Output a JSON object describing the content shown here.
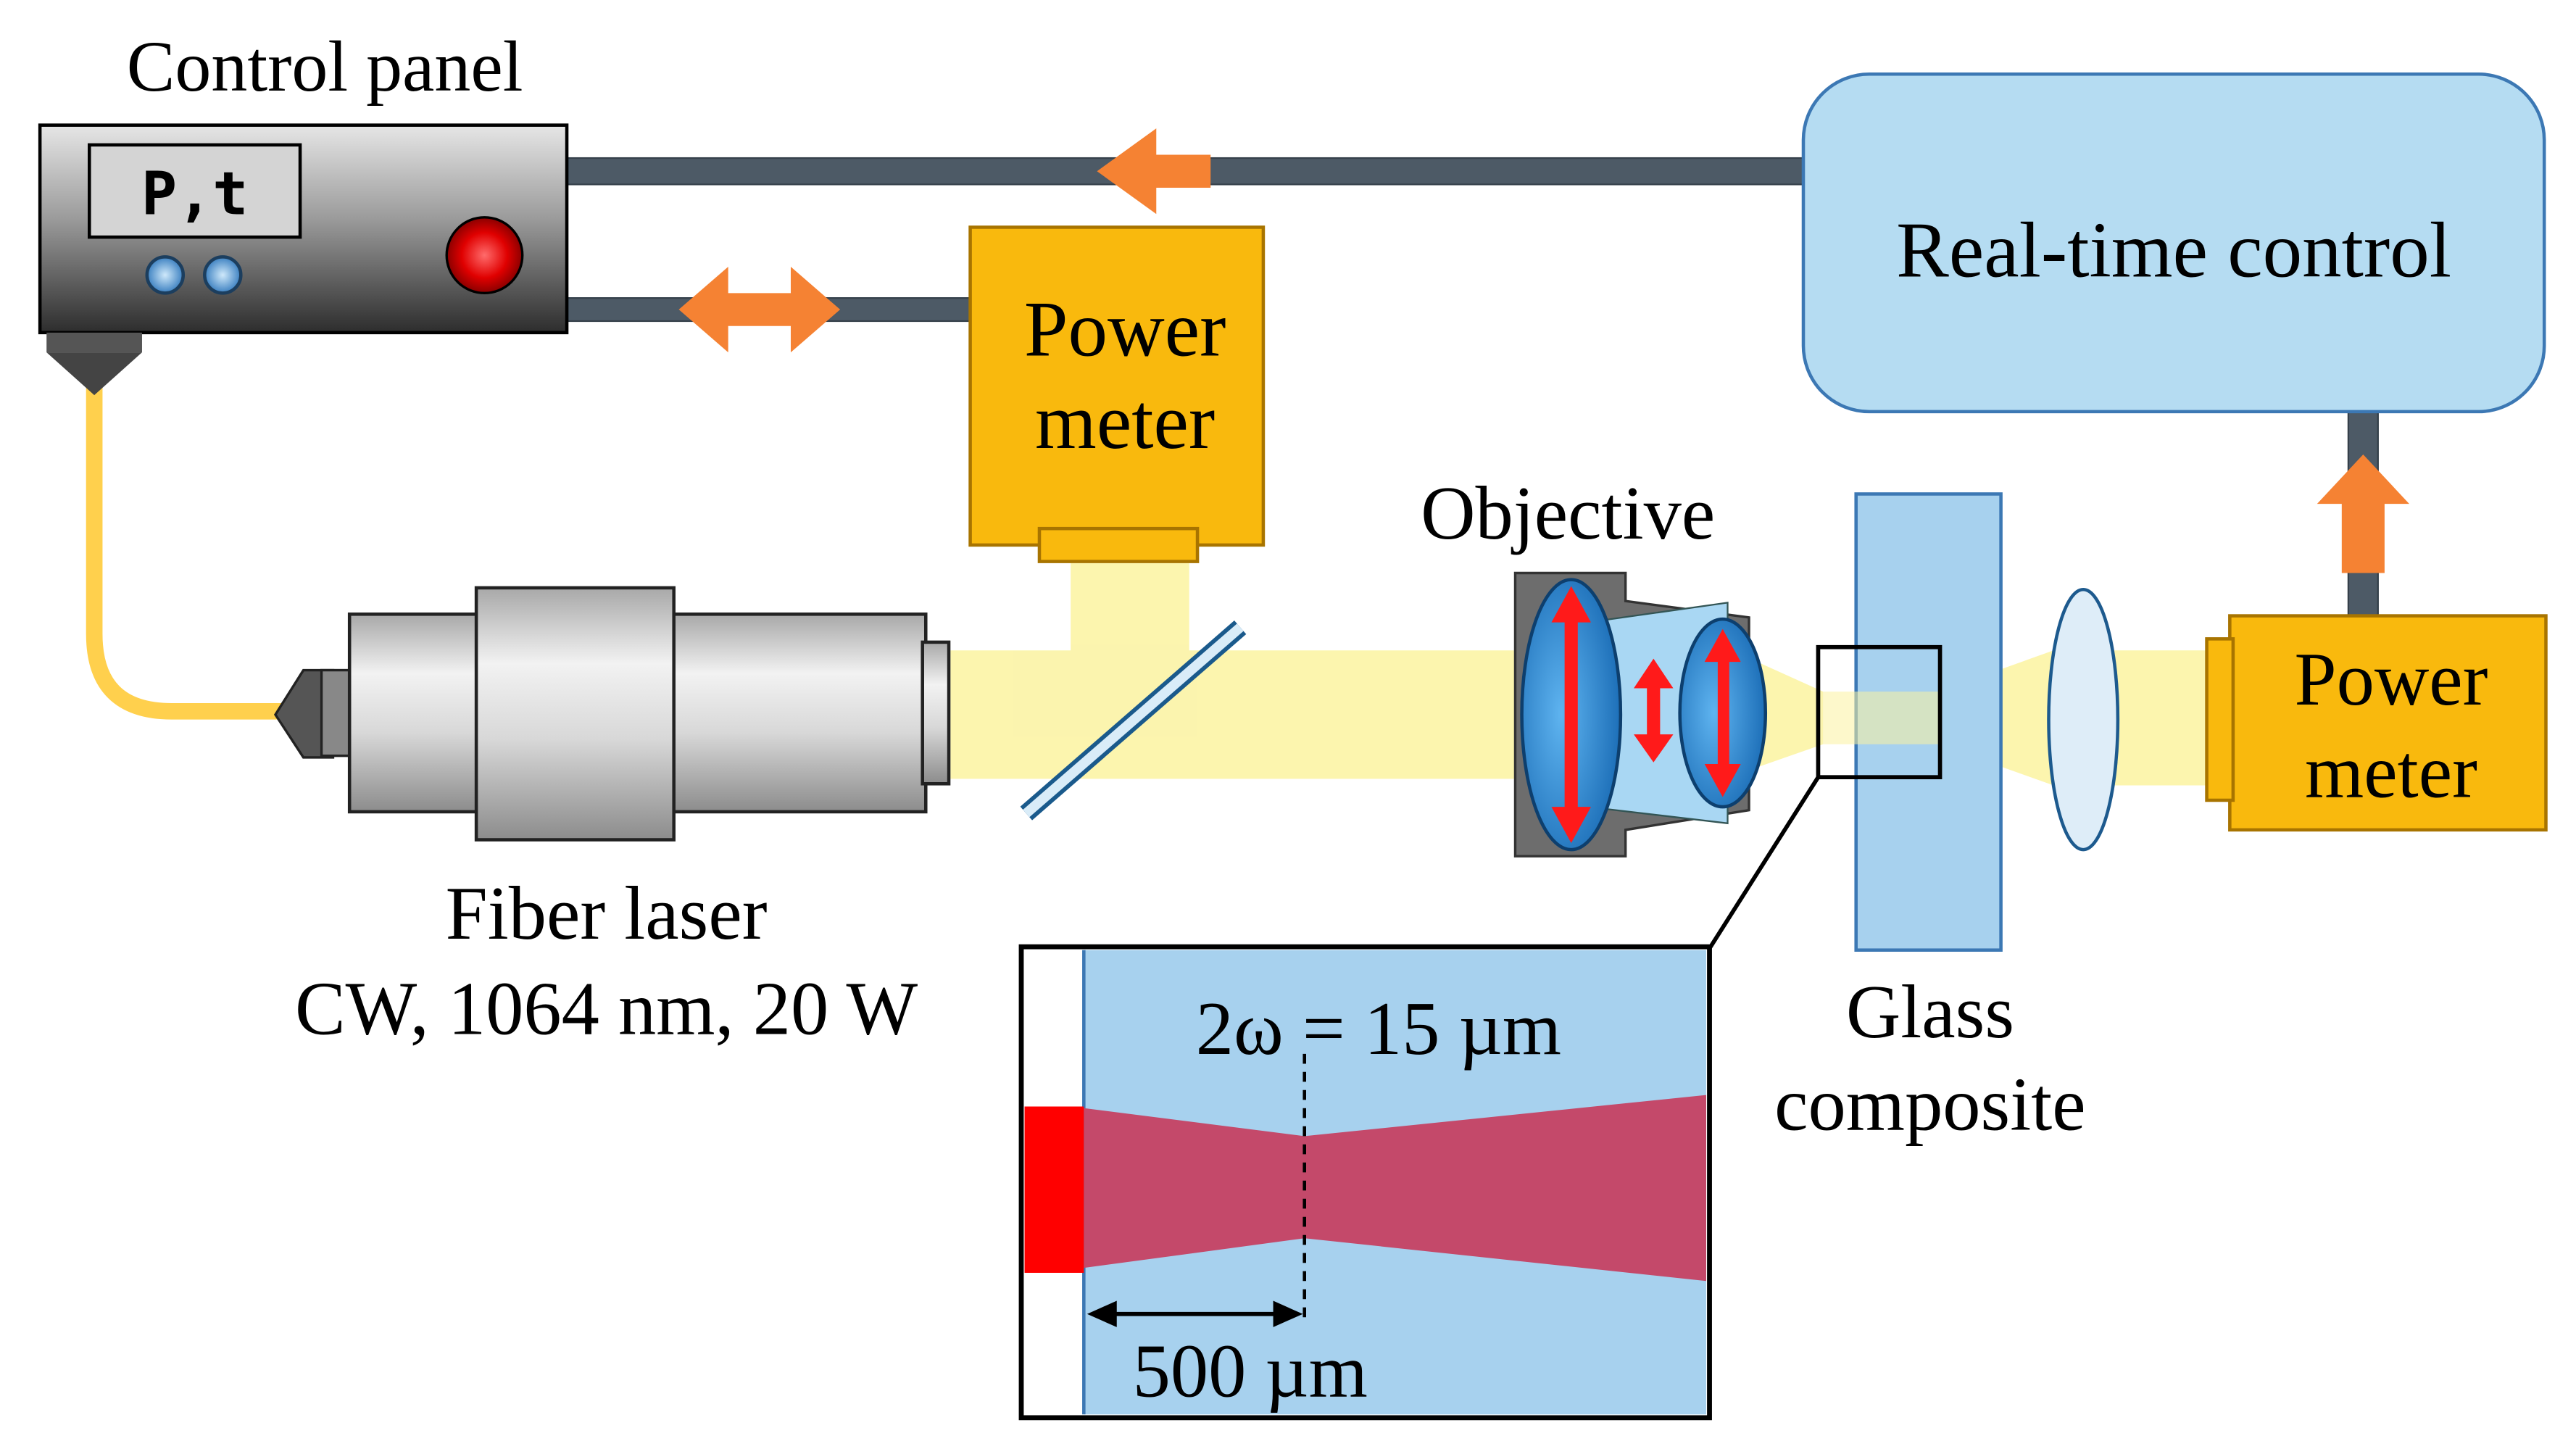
{
  "labels": {
    "control_panel": "Control panel",
    "display": "P,t",
    "real_time_control": "Real-time control",
    "power_meter_top_line1": "Power",
    "power_meter_top_line2": "meter",
    "power_meter_right_line1": "Power",
    "power_meter_right_line2": "meter",
    "objective": "Objective",
    "fiber_laser": "Fiber laser",
    "laser_specs": "CW, 1064 nm, 20 W",
    "glass_line1": "Glass",
    "glass_line2": "composite",
    "beam_waist": "2ω = 15 µm",
    "distance": "500 µm"
  },
  "colors": {
    "cable": "#4d5a66",
    "arrow": "#f58233",
    "power_meter": "#f9b90d",
    "control_box": "#b5dcf2",
    "glass": "#a7d1ee",
    "beam_yellow": "#fbf3a0",
    "beam_red": "#c4496a",
    "laser_red": "#ff0000",
    "fiber": "#ffd04d"
  }
}
